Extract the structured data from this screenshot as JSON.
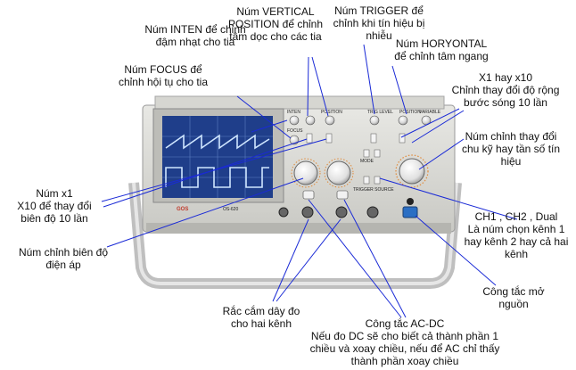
{
  "device": {
    "brand": "GOS",
    "model": "OS-620",
    "panel": {
      "inten": "INTEN",
      "position": "POSITION",
      "trig_level": "TRIG LEVEL",
      "position_h": "POSITION",
      "variable": "VARIABLE",
      "focus": "FOCUS",
      "mode": "MODE",
      "trigger_source": "TRIGGER SOURCE"
    }
  },
  "annotations": {
    "inten": "Núm INTEN để chỉnh\nđậm nhạt cho tia",
    "vertical_position": "Núm VERTICAL\nPOSITION để chỉnh\ntâm dọc cho các tia",
    "trigger": "Núm TRIGGER để\nchỉnh khi tín hiệu bị\nnhiễu",
    "horizontal": "Núm HORYONTAL\nđể chỉnh tâm ngang",
    "focus": "Núm FOCUS để\nchỉnh hội tụ cho tia",
    "x1_x10_h": "X1 hay x10\nChỉnh thay đổi độ rộng\nbước sóng 10 lần",
    "frequency": "Núm chỉnh thay đổi\nchu kỹ hay tần số tín\nhiệu",
    "x1_v": "Núm x1\nX10 để thay đổi\nbiên độ 10 lần",
    "channel": "CH1 , CH2 , Dual\nLà núm chọn kênh 1\nhay kênh 2 hay cả hai\nkênh",
    "amplitude": "Núm chỉnh biên độ\nđiện áp",
    "power": "Công tắc mở\nnguồn",
    "probe": "Rắc cắm dây đo\ncho hai kênh",
    "acdc": "Công tắc AC-DC\nNếu đo DC sẽ cho biết cả thành phần 1\nchiều và xoay chiều, nếu để AC chỉ thấy\nthành phần xoay chiều"
  }
}
